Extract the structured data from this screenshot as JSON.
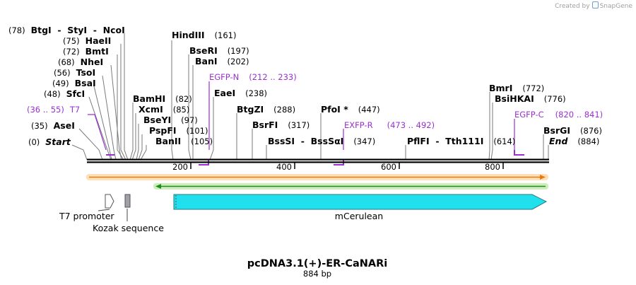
{
  "credit": {
    "created_by": "Created by",
    "app": "SnapGene"
  },
  "map": {
    "title": "pcDNA3.1(+)-ER-CaNARi",
    "length_label": "884 bp",
    "length": 884,
    "ticks": [
      200,
      400,
      600,
      800
    ],
    "sites": [
      {
        "label": "(78)",
        "name": "BtgI  -  StyI  -  NcoI"
      },
      {
        "label": "(75)",
        "name": "HaeII"
      },
      {
        "label": "(72)",
        "name": "BmtI"
      },
      {
        "label": "(68)",
        "name": "NheI"
      },
      {
        "label": "(56)",
        "name": "TsoI"
      },
      {
        "label": "(49)",
        "name": "BsaI"
      },
      {
        "label": "(48)",
        "name": "SfcI"
      },
      {
        "label": "(35)",
        "name": "AseI"
      },
      {
        "label": "(0)",
        "name": "Start"
      },
      {
        "label": "(161)",
        "name": "HindIII"
      },
      {
        "label": "(197)",
        "name": "BseRI"
      },
      {
        "label": "(202)",
        "name": "BanI"
      },
      {
        "label": "(238)",
        "name": "EaeI"
      },
      {
        "label": "(82)",
        "name": "BamHI"
      },
      {
        "label": "(85)",
        "name": "XcmI"
      },
      {
        "label": "(97)",
        "name": "BseYI"
      },
      {
        "label": "(101)",
        "name": "PspFI"
      },
      {
        "label": "(105)",
        "name": "BanII"
      },
      {
        "label": "(288)",
        "name": "BtgZI"
      },
      {
        "label": "(317)",
        "name": "BsrFI"
      },
      {
        "label": "(347)",
        "name": "BssSI  -  BssSαI"
      },
      {
        "label": "(447)",
        "name": "PfoI *"
      },
      {
        "label": "(614)",
        "name": "PflFI  -  Tth111I"
      },
      {
        "label": "(772)",
        "name": "BmrI"
      },
      {
        "label": "(776)",
        "name": "BsiHKAI"
      },
      {
        "label": "(876)",
        "name": "BsrGI"
      },
      {
        "label": "(884)",
        "name": "End"
      }
    ],
    "primers": [
      {
        "name": "T7",
        "range": "(36 .. 55)"
      },
      {
        "name": "EGFP-N",
        "range": "(212 .. 233)"
      },
      {
        "name": "EXFP-R",
        "range": "(473 .. 492)"
      },
      {
        "name": "EGFP-C",
        "range": "(820 .. 841)"
      }
    ],
    "features": [
      {
        "name": "T7 promoter"
      },
      {
        "name": "Kozak sequence"
      },
      {
        "name": "mCerulean"
      }
    ],
    "colors": {
      "orf_forward": "#e87a14",
      "orf_forward_fill": "#fde0b8",
      "orf_reverse": "#1e8c1e",
      "orf_reverse_fill": "#cdeebb",
      "primer": "#9b30d0",
      "cds": "#1fe0ec",
      "kozak": "#a0a0a8",
      "promoter": "#ffffff"
    }
  }
}
